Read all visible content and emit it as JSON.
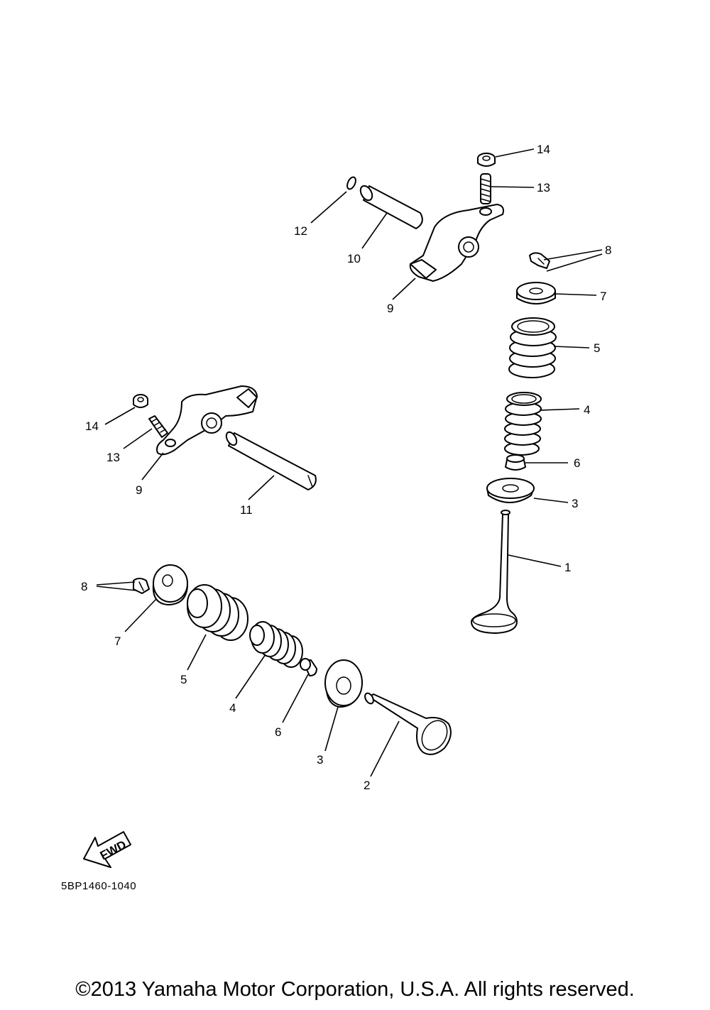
{
  "callouts": {
    "c1": "1",
    "c2": "2",
    "c3a": "3",
    "c3b": "3",
    "c4a": "4",
    "c4b": "4",
    "c5a": "5",
    "c5b": "5",
    "c6a": "6",
    "c6b": "6",
    "c7a": "7",
    "c7b": "7",
    "c8a": "8",
    "c8b": "8",
    "c9a": "9",
    "c9b": "9",
    "c10": "10",
    "c11": "11",
    "c12": "12",
    "c13a": "13",
    "c13b": "13",
    "c14a": "14",
    "c14b": "14"
  },
  "fwd_label": "FWD",
  "part_code": "5BP1460-1040",
  "copyright": "©2013 Yamaha Motor Corporation, U.S.A. All rights reserved."
}
